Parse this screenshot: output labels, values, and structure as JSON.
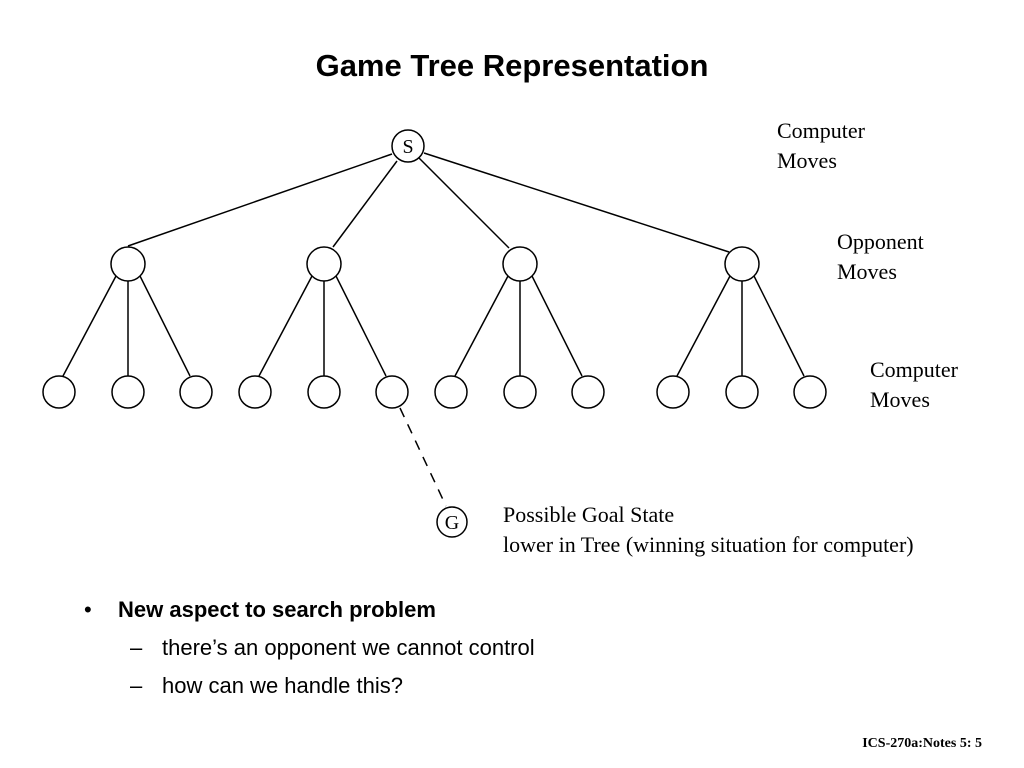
{
  "title": "Game Tree Representation",
  "tree": {
    "root_label": "S",
    "goal_label": "G"
  },
  "level_labels": {
    "level1": {
      "line1": "Computer",
      "line2": "Moves"
    },
    "level2": {
      "line1": "Opponent",
      "line2": "Moves"
    },
    "level3": {
      "line1": "Computer",
      "line2": "Moves"
    }
  },
  "goal_caption": {
    "line1": "Possible Goal State",
    "line2": "lower in Tree (winning situation for computer)"
  },
  "bullets": {
    "main": "New aspect to search problem",
    "subs": [
      "there’s an opponent we cannot control",
      "how can we handle this?"
    ]
  },
  "footer": "ICS-270a:Notes 5: 5"
}
